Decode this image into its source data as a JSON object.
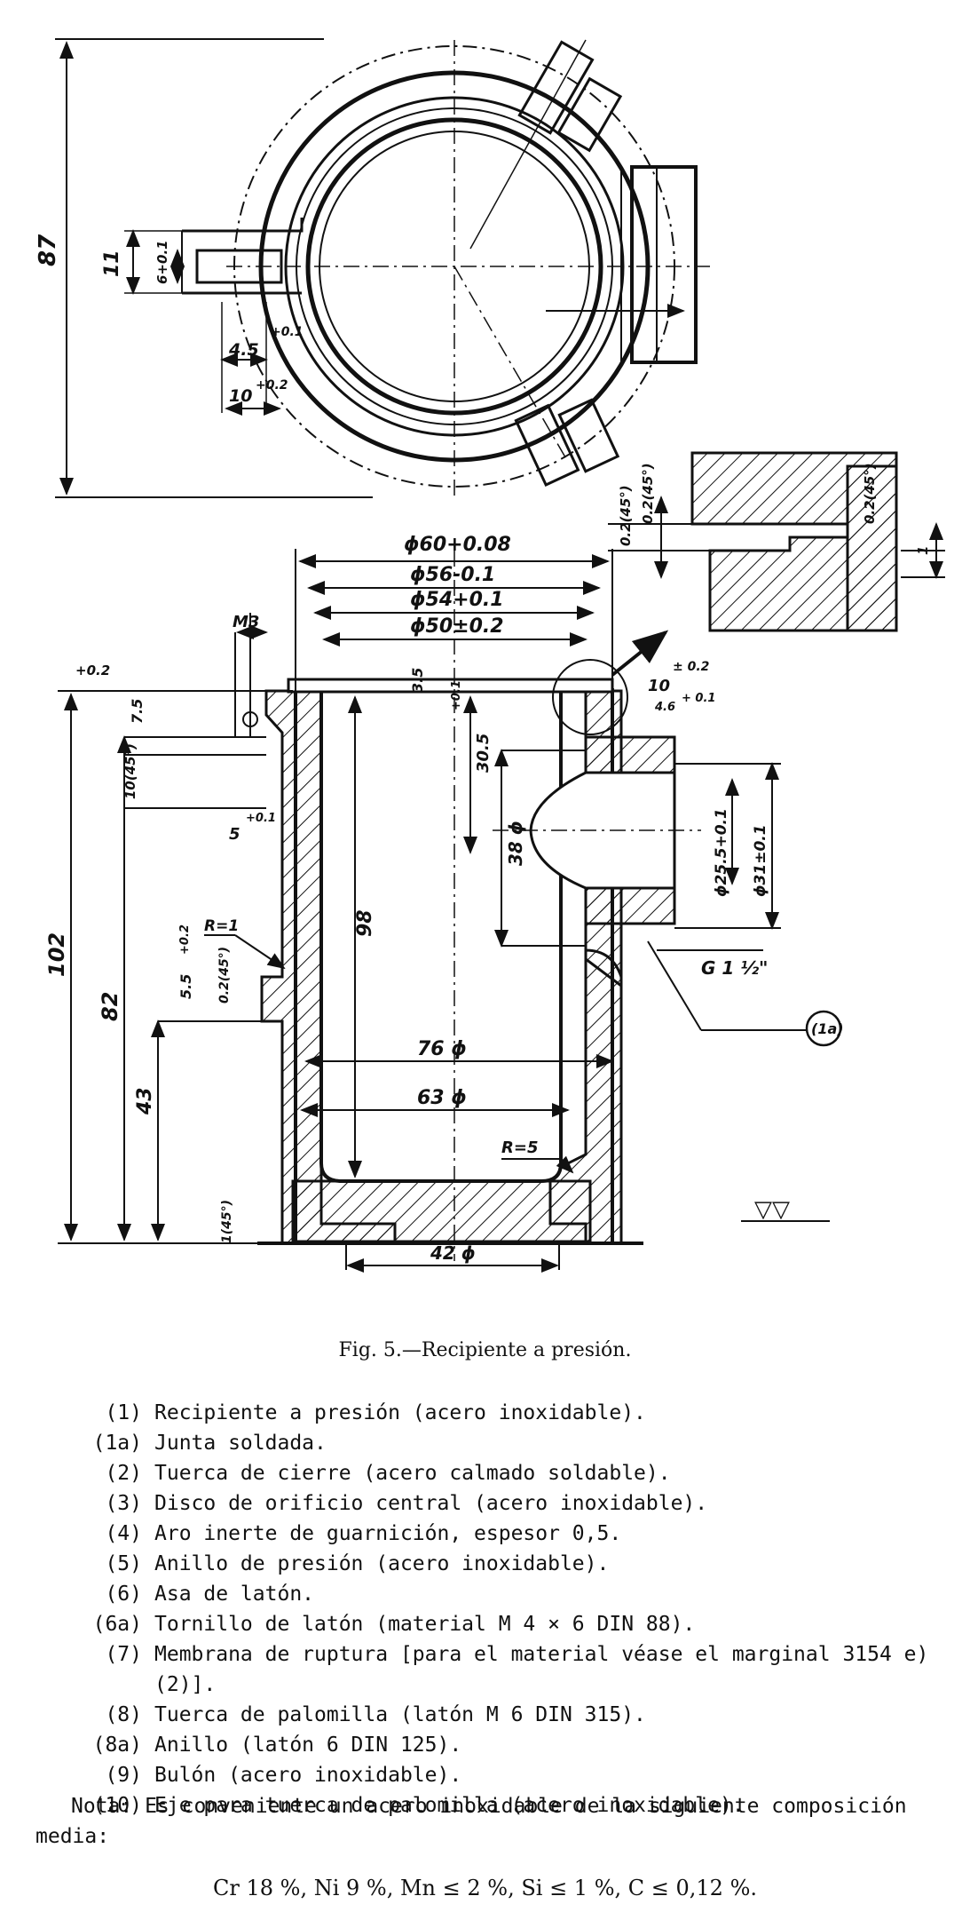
{
  "drawing": {
    "top_view": {
      "dim_overall": "87",
      "dim_slot": "11",
      "dim_slot_width": "6+0.1",
      "dim_a": "4.5",
      "dim_a_tol": "+0.1",
      "dim_b": "10",
      "dim_b_tol": "+0.2"
    },
    "section": {
      "d60": "ϕ60+0.08",
      "d56": "ϕ56-0.1",
      "d54": "ϕ54+0.1",
      "d50": "ϕ50±0.2",
      "m3": "M3",
      "d02": "+0.2",
      "d75": "7.5",
      "d10x45": "10(45°)",
      "d5": "5",
      "d5_tol": "+0.1",
      "d35": "3.5",
      "d305": "30.5",
      "d02b": "+0.1",
      "d98": "98",
      "d102": "102",
      "d82": "82",
      "d43": "43",
      "r1": "R=1",
      "d55": "5.5",
      "d55_tol": "+0.2",
      "d02x45": "0.2(45°)",
      "d76": "76 ϕ",
      "d63": "63 ϕ",
      "r5": "R=5",
      "d42": "42 ϕ",
      "d1x45": "1(45°)",
      "d38": "38 ϕ",
      "d255": "ϕ25.5+0.1",
      "d31": "ϕ31±0.1",
      "d10b": "10",
      "d10b_tol": "± 0.2",
      "d46": "4.6",
      "d46_tol": "+ 0.1",
      "thread": "G 1 ½\"",
      "callout": "(1a)",
      "finish": "▽▽"
    },
    "detail": {
      "c1": "0.2(45°)",
      "c2": "0.2(45°)",
      "c3": "0.2(45°)",
      "c4": "1"
    }
  },
  "caption": "Fig. 5.—Recipiente a presión.",
  "legend": [
    {
      "num": "(1)",
      "text": "Recipiente a presión (acero inoxidable)."
    },
    {
      "num": "(1a)",
      "text": "Junta soldada."
    },
    {
      "num": "(2)",
      "text": "Tuerca de cierre (acero calmado soldable)."
    },
    {
      "num": "(3)",
      "text": "Disco de orificio central (acero inoxidable)."
    },
    {
      "num": "(4)",
      "text": "Aro inerte de guarnición, espesor 0,5."
    },
    {
      "num": "(5)",
      "text": "Anillo de presión (acero inoxidable)."
    },
    {
      "num": "(6)",
      "text": "Asa de latón."
    },
    {
      "num": "(6a)",
      "text": "Tornillo de latón (material M 4 × 6 DIN 88)."
    },
    {
      "num": "(7)",
      "text": "Membrana de ruptura [para el material véase el marginal 3154 e) (2)]."
    },
    {
      "num": "(8)",
      "text": "Tuerca de palomilla (latón M 6 DIN 315)."
    },
    {
      "num": "(8a)",
      "text": "Anillo (latón 6 DIN 125)."
    },
    {
      "num": "(9)",
      "text": "Bulón (acero inoxidable)."
    },
    {
      "num": "(10)",
      "text": "Eje para tuerca de palomilla (acero inoxidable)."
    }
  ],
  "note": "Nota: Es conveniente un acero inoxidable de la siguiente composición media:",
  "formula": "Cr 18 %, Ni 9 %, Mn ≤ 2 %, Si ≤ 1 %, C ≤ 0,12 %."
}
